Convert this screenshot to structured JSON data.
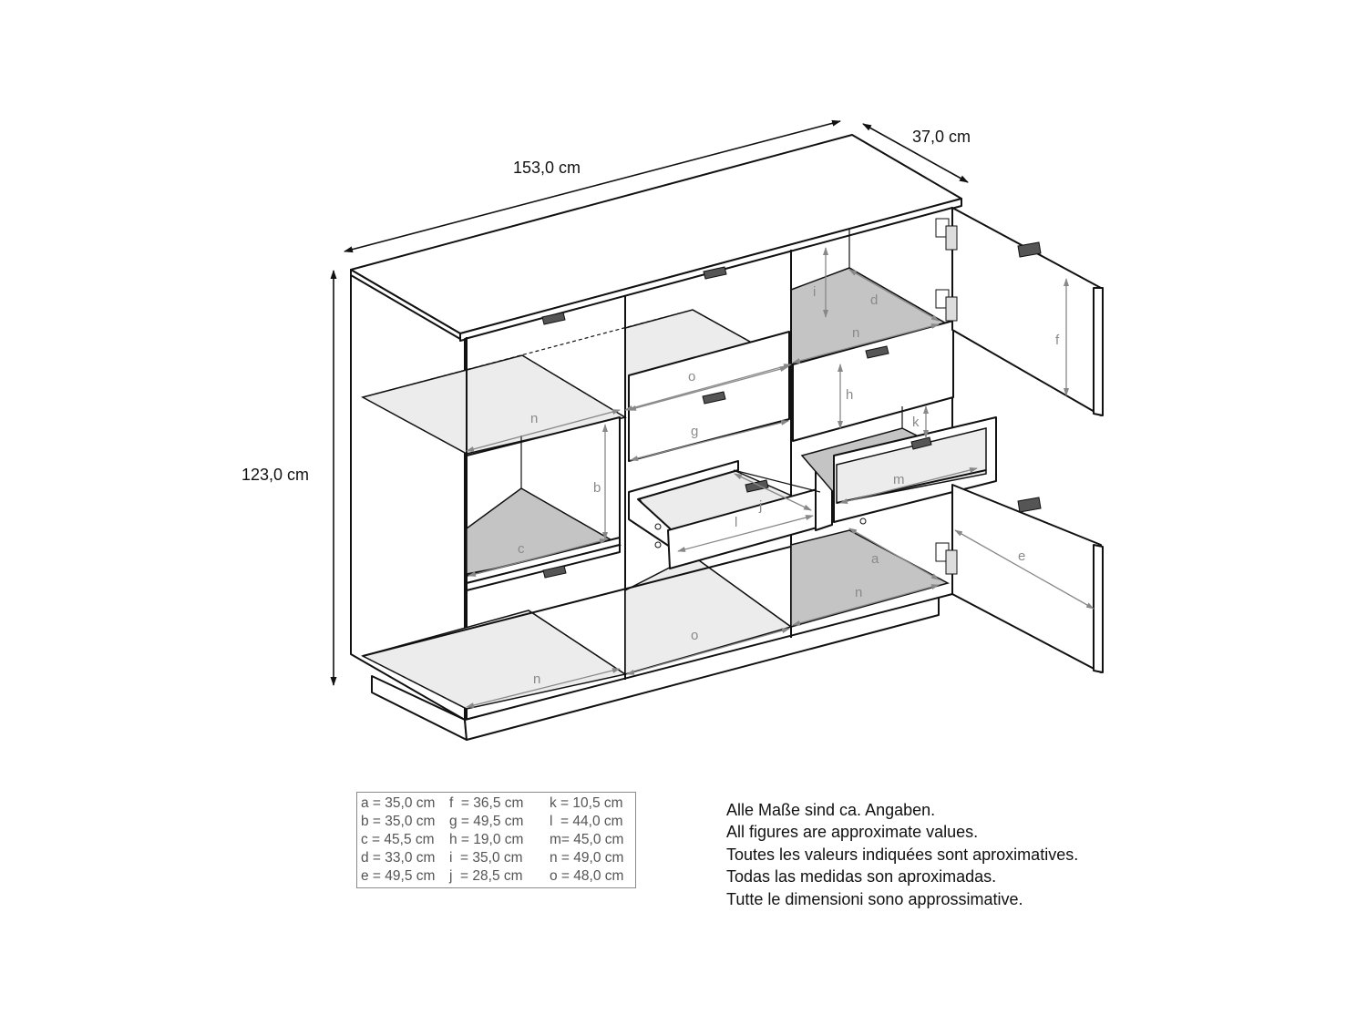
{
  "dimensions": {
    "width": "153,0 cm",
    "depth": "37,0 cm",
    "height": "123,0 cm"
  },
  "drawing_labels": {
    "a": "a",
    "b": "b",
    "c": "c",
    "d": "d",
    "e": "e",
    "f": "f",
    "g": "g",
    "h": "h",
    "i": "i",
    "j": "j",
    "k": "k",
    "l": "l",
    "m": "m",
    "n": "n",
    "o": "o"
  },
  "legend": {
    "rows": [
      [
        "a = 35,0 cm",
        "f  = 36,5 cm",
        "k = 10,5 cm"
      ],
      [
        "b = 35,0 cm",
        "g = 49,5 cm",
        "l  = 44,0 cm"
      ],
      [
        "c = 45,5 cm",
        "h = 19,0 cm",
        "m= 45,0 cm"
      ],
      [
        "d = 33,0 cm",
        "i  = 35,0 cm",
        "n = 49,0 cm"
      ],
      [
        "e = 49,5 cm",
        "j  = 28,5 cm",
        "o = 48,0 cm"
      ]
    ]
  },
  "note": {
    "lines": [
      "Alle Maße sind ca. Angaben.",
      "All figures are approximate values.",
      "Toutes les valeurs indiquées sont aproximatives.",
      "Todas las medidas son aproximadas.",
      "Tutte le dimensioni sono approssimative."
    ]
  },
  "colors": {
    "line": "#111111",
    "dimension_line": "#888888",
    "shelf_light": "#ececec",
    "shelf_dark": "#c4c4c4"
  }
}
